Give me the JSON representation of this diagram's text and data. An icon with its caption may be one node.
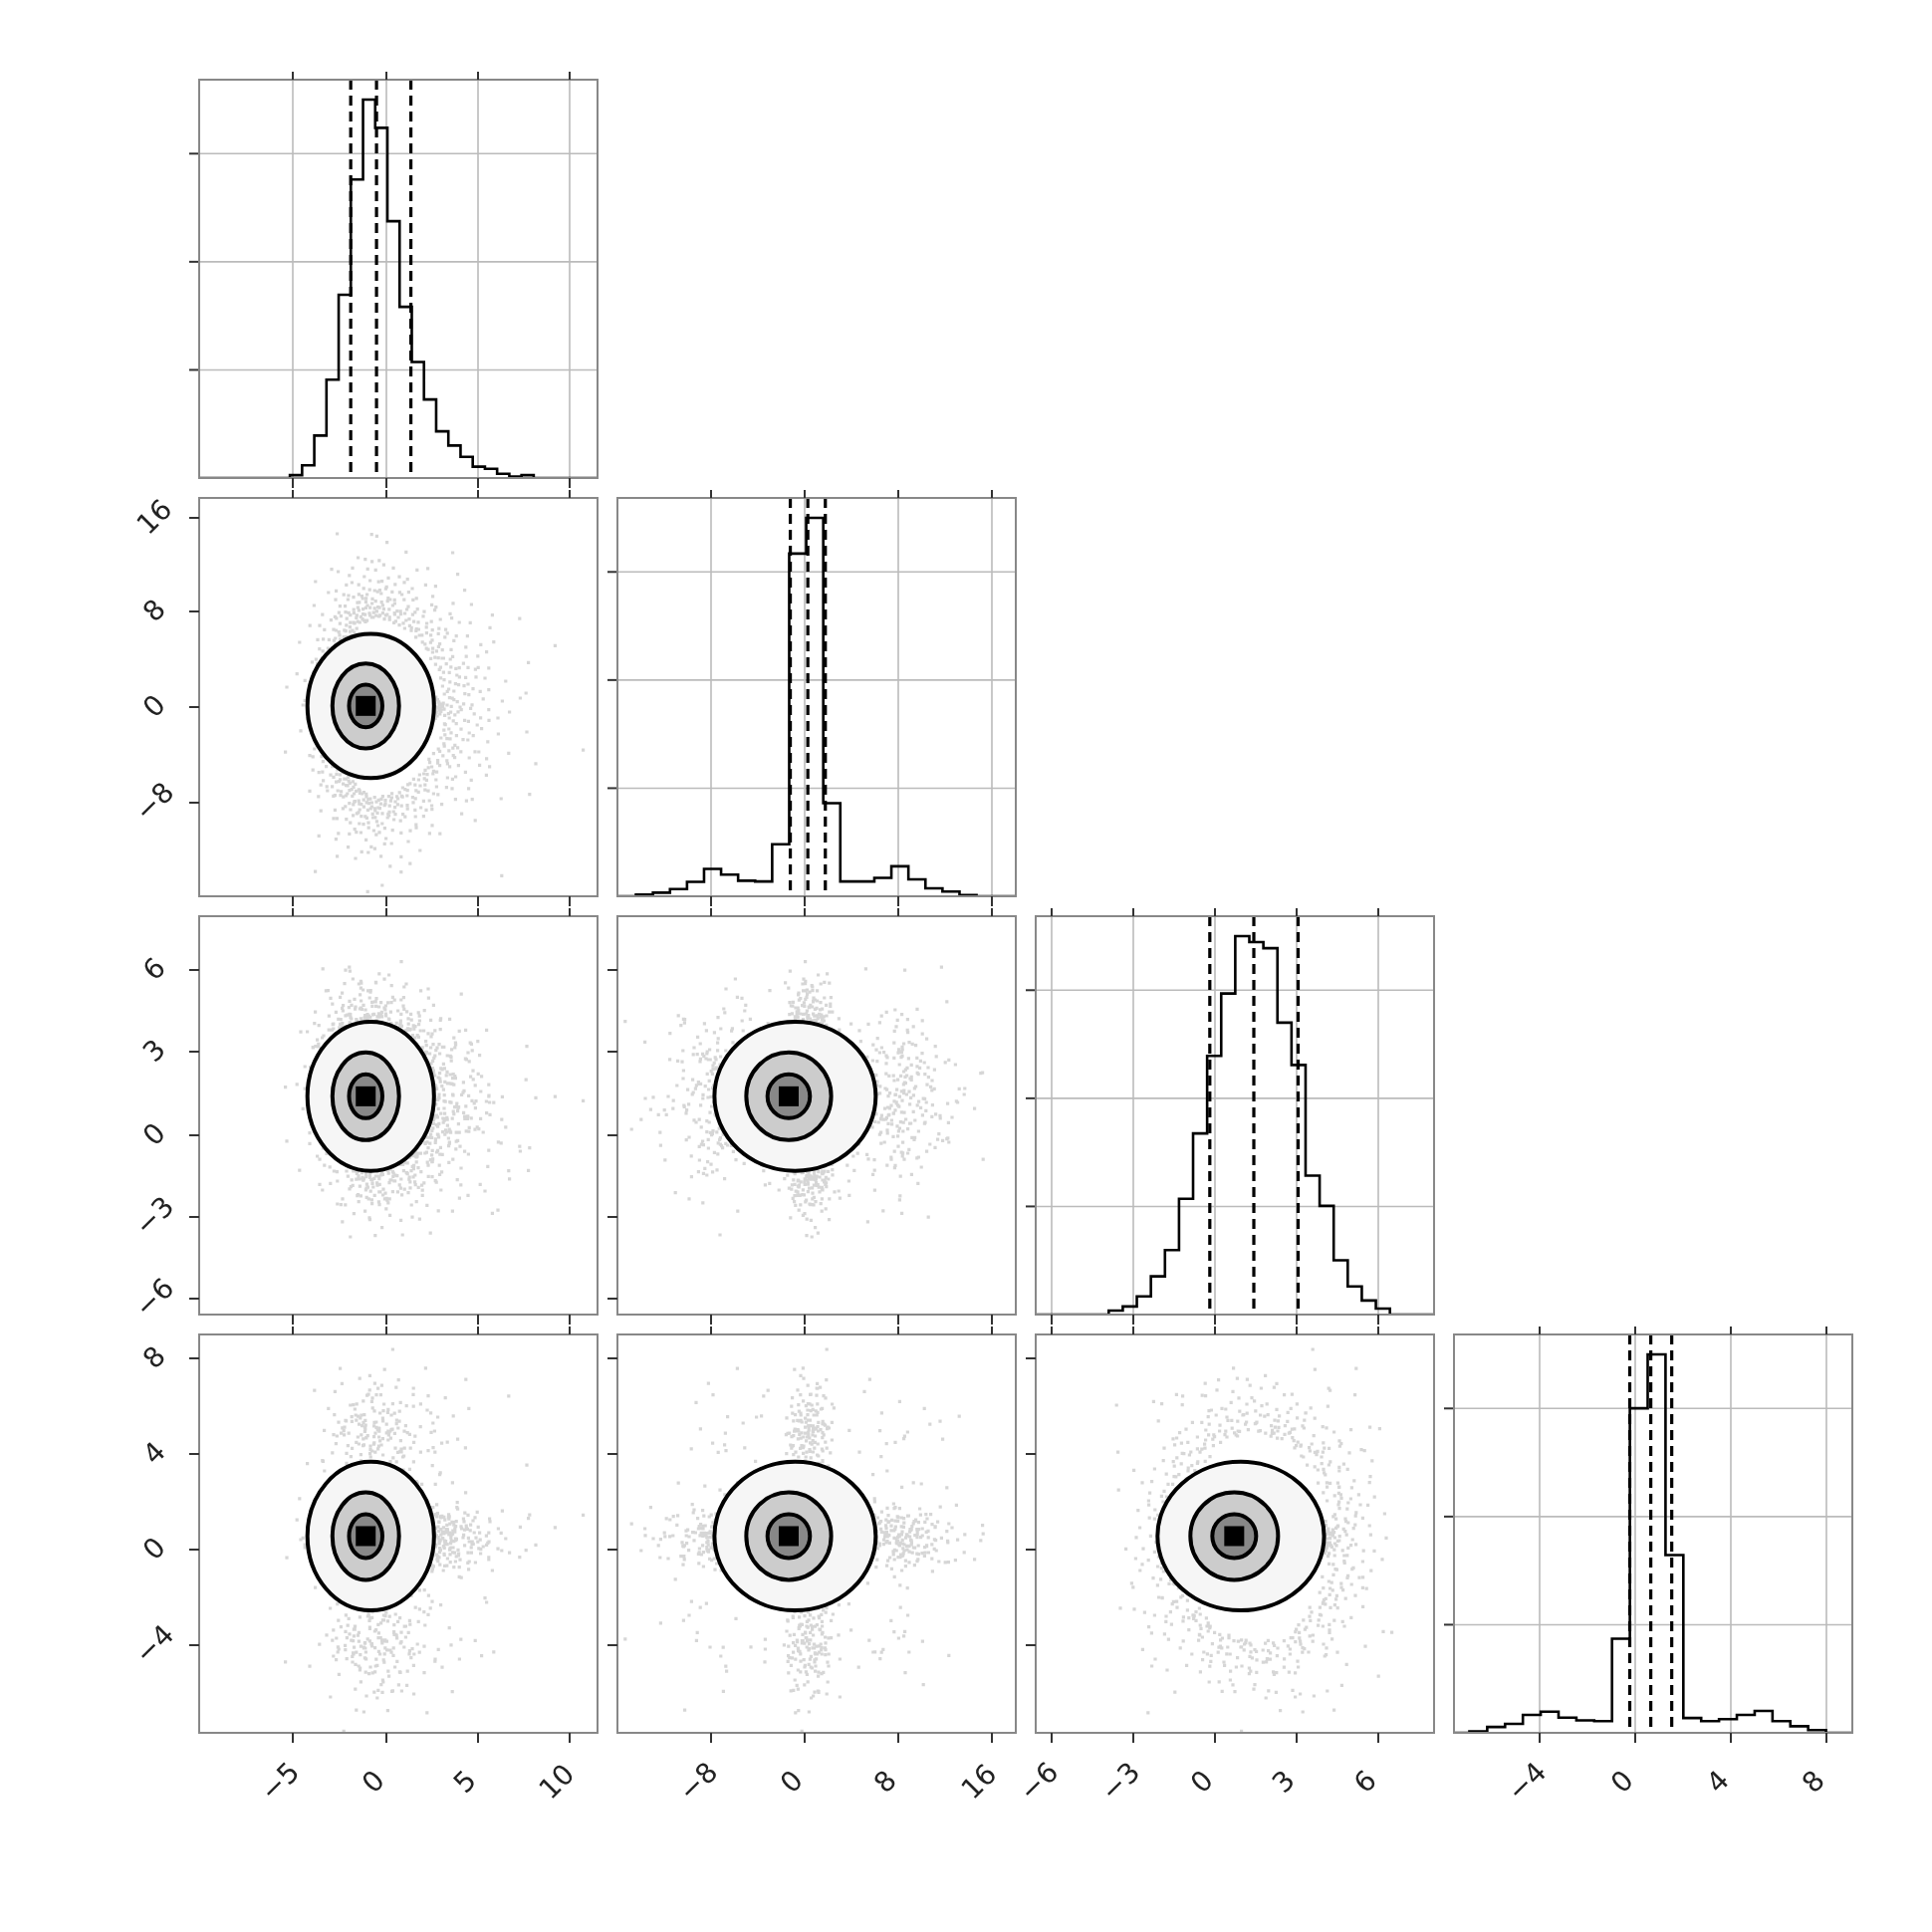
{
  "diagram": {
    "labels": [
      "16",
      "8",
      "0",
      "−8",
      "6",
      "3",
      "0",
      "−3",
      "−6",
      "8",
      "4",
      "0",
      "−4",
      "−5",
      "0",
      "5",
      "10",
      "−8",
      "0",
      "8",
      "16",
      "−6",
      "−3",
      "0",
      "3",
      "6",
      "−4",
      "0",
      "4",
      "8"
    ]
  }
}
